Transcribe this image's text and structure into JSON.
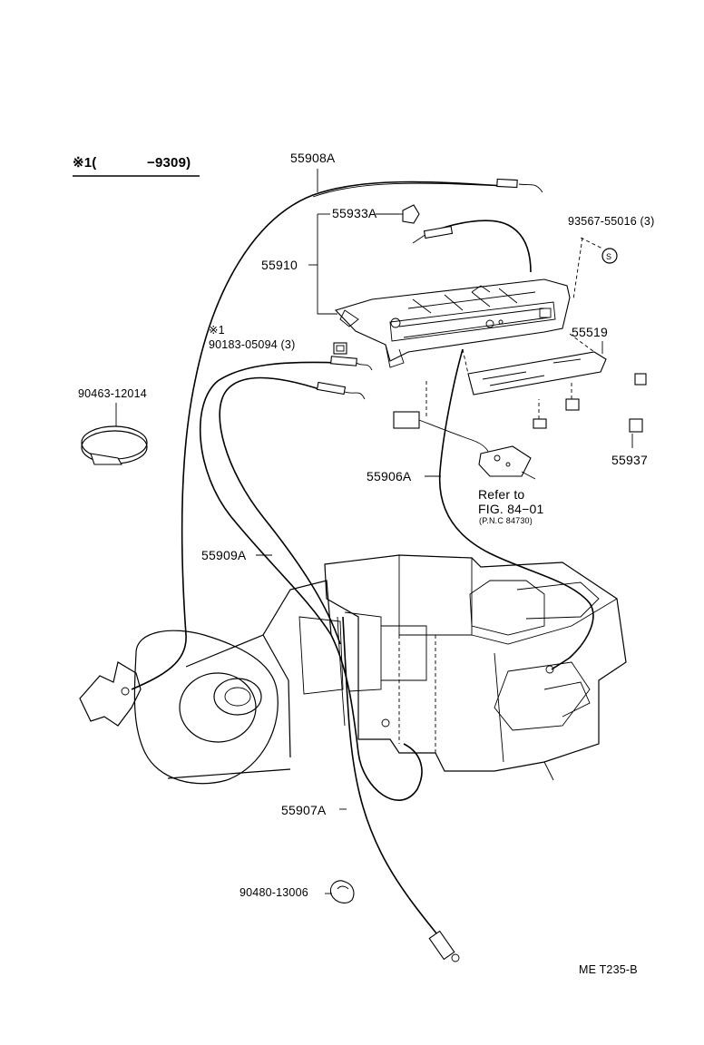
{
  "header": {
    "note_mark": "※1(",
    "note_range": "−9309)"
  },
  "labels": {
    "p55908A": "55908A",
    "p55933A": "55933A",
    "p55910": "55910",
    "p93567": "93567-55016 (3)",
    "p55519": "55519",
    "note1": "※1",
    "p90183": "90183-05094 (3)",
    "p90463": "90463-12014",
    "p55906A": "55906A",
    "p55937": "55937",
    "refer_to": "Refer to",
    "fig_ref": "FIG. 84−01",
    "pnc_ref": "(P.N.C 84730)",
    "p55909A": "55909A",
    "p55907A": "55907A",
    "p90480": "90480-13006",
    "drawing_code": "ME  T235-B"
  }
}
